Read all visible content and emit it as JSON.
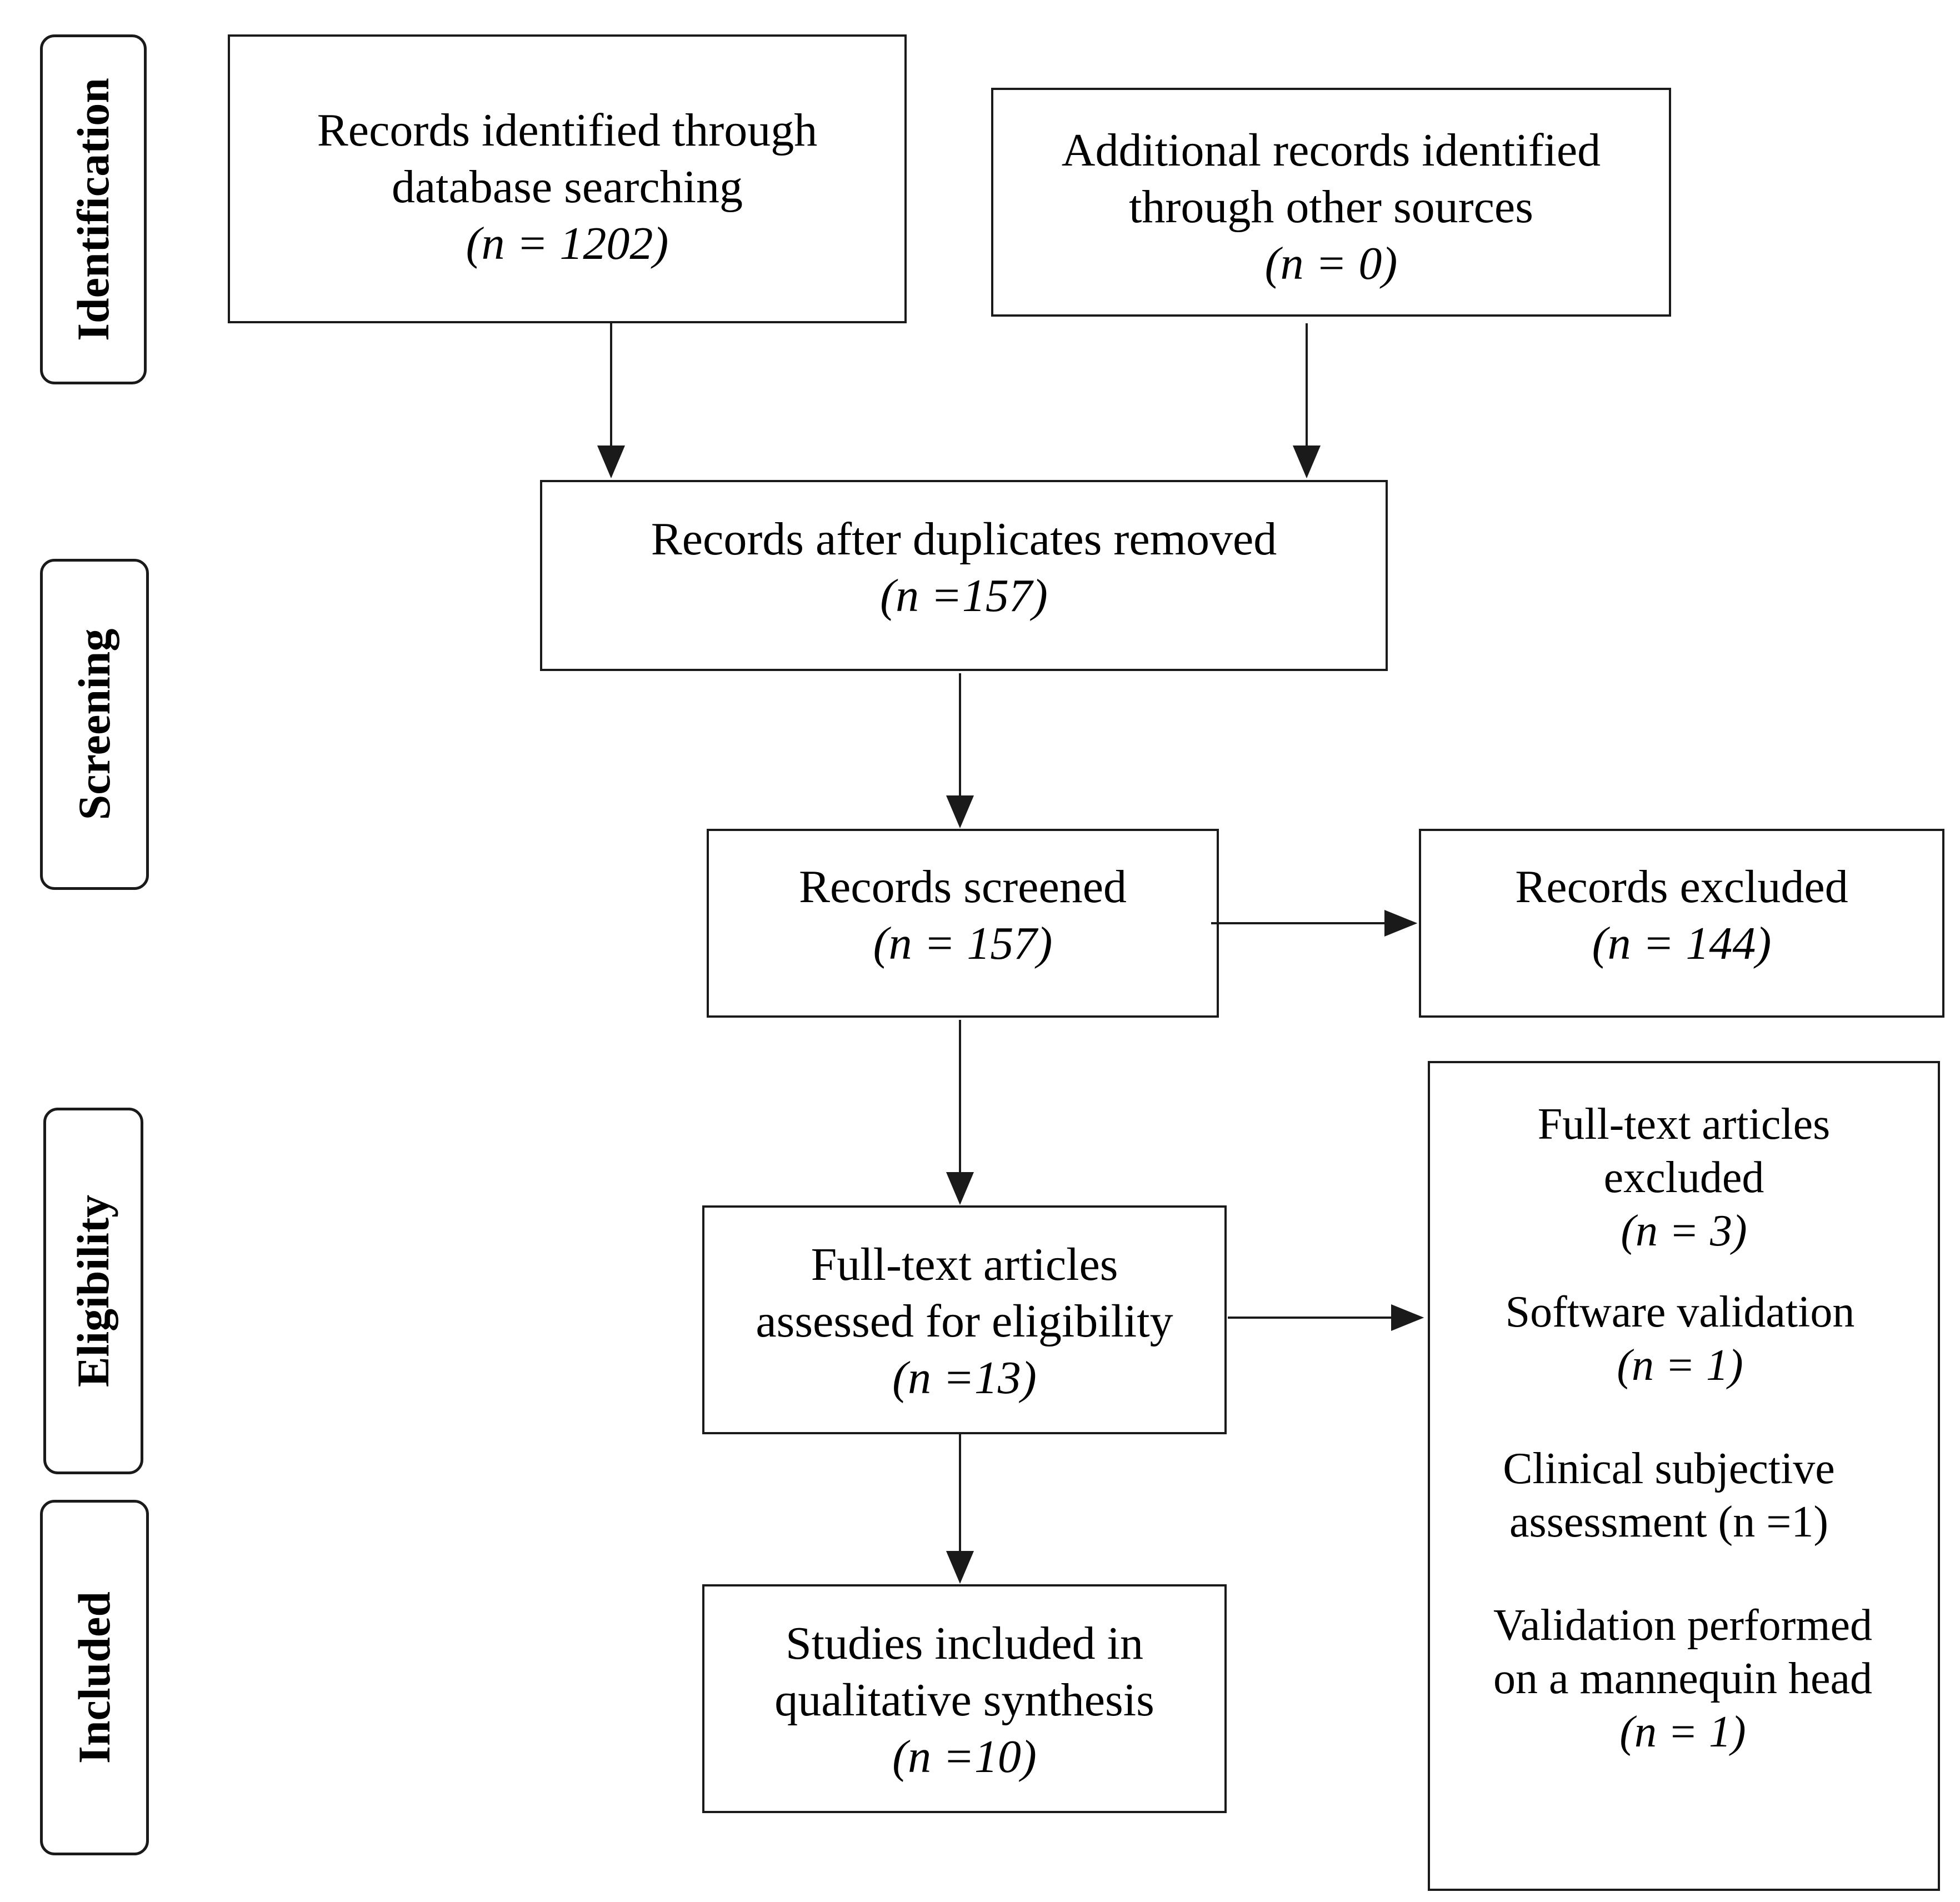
{
  "stages": {
    "identification": "Identification",
    "screening": "Screening",
    "eligibility": "Eligibility",
    "included": "Included"
  },
  "boxes": {
    "database_search": {
      "line1": "Records identified through",
      "line2": "database searching",
      "count": "(n = 1202)"
    },
    "other_sources": {
      "line1": "Additional records identified",
      "line2": "through other sources",
      "count": "(n = 0)"
    },
    "after_duplicates": {
      "line1": "Records after duplicates removed",
      "count": "(n =157)"
    },
    "screened": {
      "line1": "Records screened",
      "count": "(n = 157)"
    },
    "excluded": {
      "line1": "Records excluded",
      "count": "(n = 144)"
    },
    "fulltext_assessed": {
      "line1": "Full-text articles",
      "line2": "assessed for eligibility",
      "count": "(n =13)"
    },
    "included_studies": {
      "line1": "Studies included in",
      "line2": "qualitative synthesis",
      "count": "(n =10)"
    },
    "fulltext_excluded": {
      "title_line1": "Full-text articles",
      "title_line2": "excluded",
      "title_count": "(n = 3)",
      "reasons": [
        {
          "line1": "Software validation",
          "count": "(n = 1)"
        },
        {
          "line1": "Clinical  subjective",
          "line2": "assessment  (n =1)"
        },
        {
          "line1": "Validation performed",
          "line2": "on a mannequin  head",
          "count": "(n = 1)"
        }
      ]
    }
  }
}
